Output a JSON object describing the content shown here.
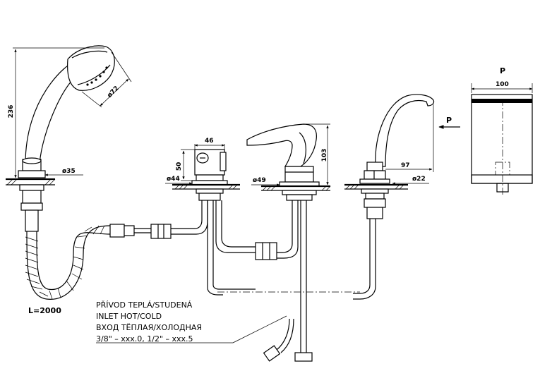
{
  "labels": {
    "handshower_height": "236",
    "handshower_head_diameter": "ø72",
    "handshower_hole_diameter": "ø35",
    "hose_length": "L=2000",
    "diverter_width": "46",
    "diverter_height": "50",
    "diverter_hole_diameter": "ø44",
    "mixer_height": "103",
    "mixer_hole_diameter": "ø49",
    "spout_reach": "97",
    "spout_hole_diameter": "ø22",
    "view_letter_arrow": "P",
    "view_letter_title": "P",
    "view_width": "100"
  },
  "inlet_note": {
    "line1": "PŘÍVOD TEPLÁ/STUDENÁ",
    "line2": "INLET HOT/COLD",
    "line3": "ВХОД ТЁПЛАЯ/ХОЛОДНАЯ",
    "line4": "3/8\" – xxx.0, 1/2\" – xxx.5"
  }
}
